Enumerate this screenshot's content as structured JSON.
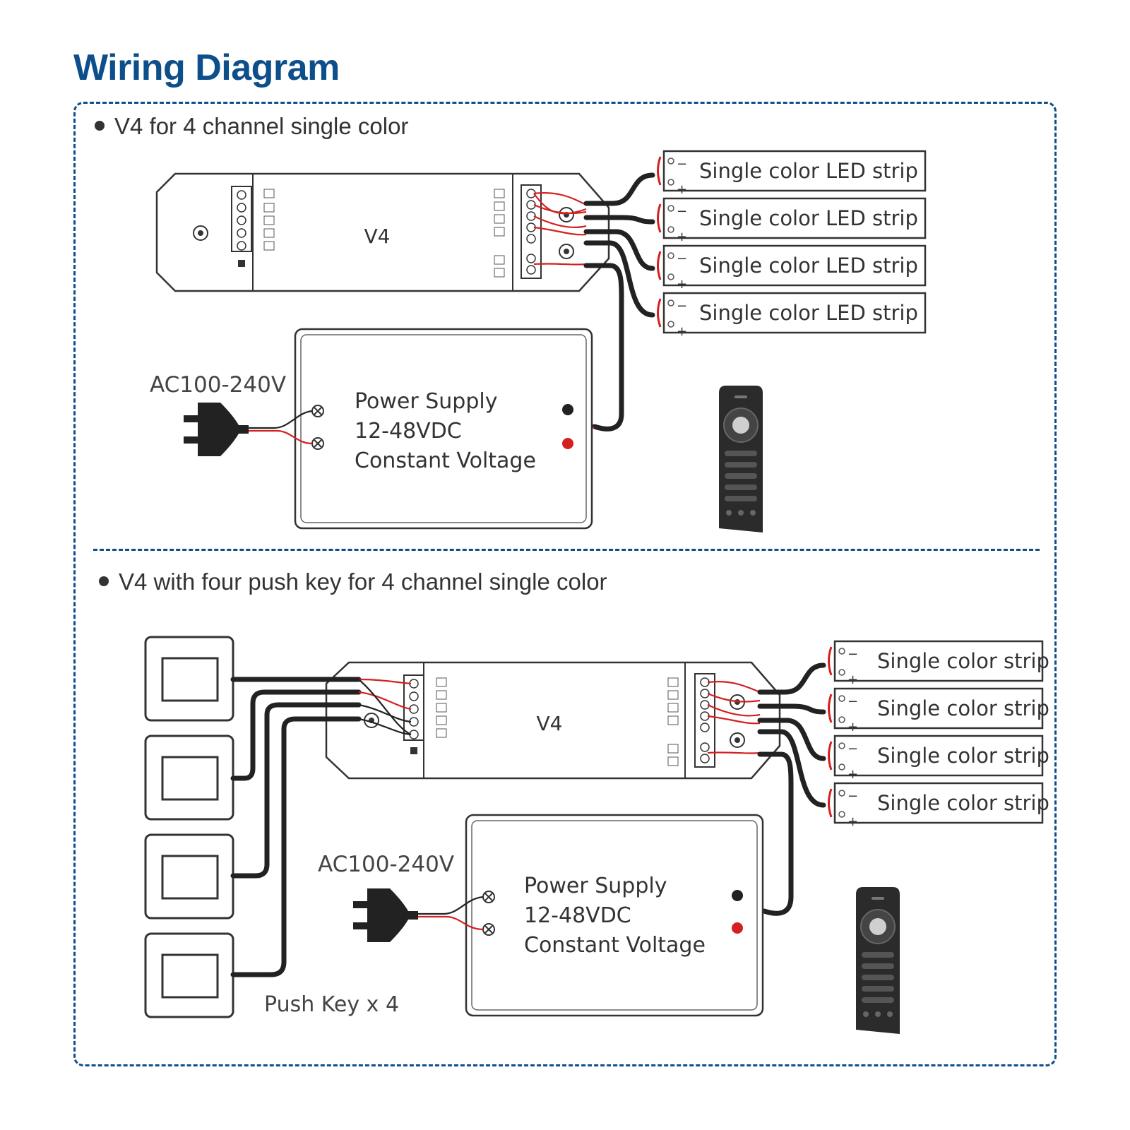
{
  "title": "Wiring Diagram",
  "colors": {
    "heading": "#0d4f8b",
    "line": "#333333",
    "wire_red": "#d42020",
    "wire_black": "#222222",
    "remote": "#2a2a2a"
  },
  "section1": {
    "heading": "V4 for 4 channel single color",
    "controller_label": "V4",
    "strip_label": "Single color LED strip",
    "strip_count": 4,
    "ac_label": "AC100-240V",
    "power_supply": {
      "line1": "Power Supply",
      "line2": "12-48VDC",
      "line3": "Constant Voltage"
    }
  },
  "section2": {
    "heading": "V4 with four push key for 4 channel single color",
    "controller_label": "V4",
    "strip_label": "Single color strip",
    "strip_count": 4,
    "ac_label": "AC100-240V",
    "power_supply": {
      "line1": "Power Supply",
      "line2": "12-48VDC",
      "line3": "Constant Voltage"
    },
    "push_key_label": "Push Key x 4",
    "push_key_count": 4
  },
  "polarity": {
    "minus": "−",
    "plus": "+"
  },
  "icons": [
    "plug-icon",
    "remote-control-icon",
    "push-key-icon",
    "screw-terminal-icon"
  ]
}
